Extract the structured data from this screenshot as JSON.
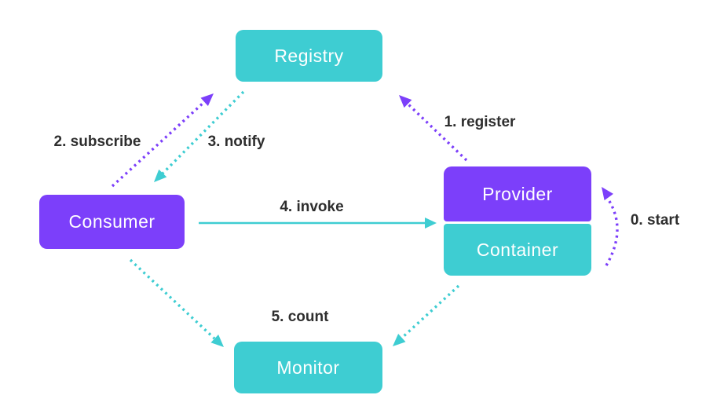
{
  "diagram": {
    "type": "architecture-diagram",
    "nodes": {
      "registry": {
        "label": "Registry",
        "color": "teal"
      },
      "consumer": {
        "label": "Consumer",
        "color": "purple"
      },
      "provider": {
        "label": "Provider",
        "color": "purple"
      },
      "container": {
        "label": "Container",
        "color": "teal"
      },
      "monitor": {
        "label": "Monitor",
        "color": "teal"
      }
    },
    "edges": {
      "start": {
        "label": "0. start",
        "from": "container",
        "to": "provider",
        "style": "dotted-curved",
        "color": "purple"
      },
      "register": {
        "label": "1. register",
        "from": "provider",
        "to": "registry",
        "style": "dotted",
        "color": "purple"
      },
      "subscribe": {
        "label": "2. subscribe",
        "from": "consumer",
        "to": "registry",
        "style": "dotted",
        "color": "purple"
      },
      "notify": {
        "label": "3. notify",
        "from": "registry",
        "to": "consumer",
        "style": "dotted",
        "color": "teal"
      },
      "invoke": {
        "label": "4. invoke",
        "from": "consumer",
        "to": "provider",
        "style": "solid",
        "color": "teal"
      },
      "count": {
        "label": "5. count",
        "from": "consumer-and-container",
        "to": "monitor",
        "style": "dotted",
        "color": "teal"
      }
    }
  },
  "colors": {
    "teal": "#3ECDD2",
    "purple": "#7C3FFA",
    "label_text": "#2e2e2e",
    "node_text": "#ffffff",
    "background": "#ffffff"
  }
}
